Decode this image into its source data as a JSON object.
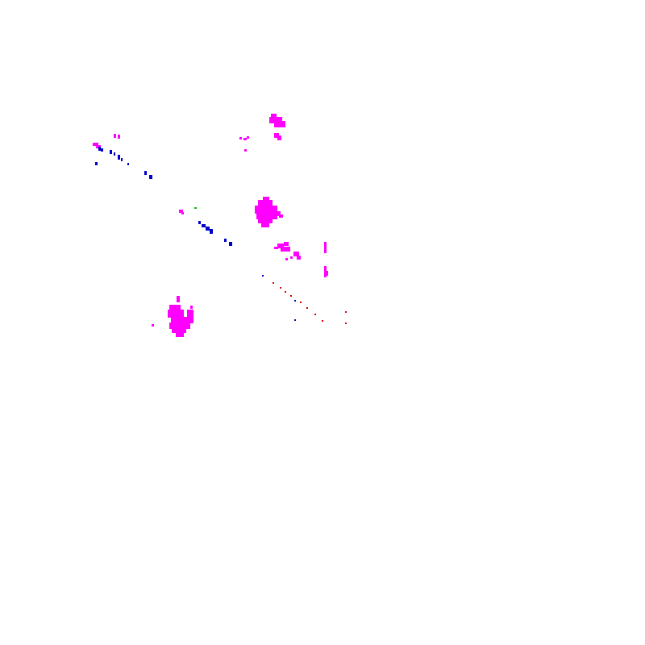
{
  "canvas": {
    "background": "#ffffff"
  },
  "colors": {
    "magenta": "#ff00ff",
    "blue": "#0000cc",
    "red": "#e00000",
    "green": "#00bb00"
  },
  "layers": [
    {
      "name": "magenta-blobs",
      "color_key": "magenta"
    },
    {
      "name": "blue-marks",
      "color_key": "blue"
    },
    {
      "name": "red-marks",
      "color_key": "red"
    },
    {
      "name": "green-marks",
      "color_key": "green"
    }
  ]
}
